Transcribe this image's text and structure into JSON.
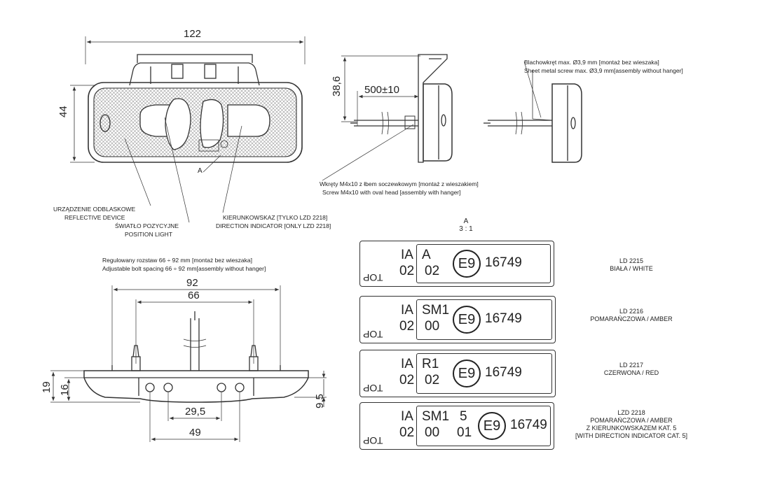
{
  "dimensions": {
    "front_width": "122",
    "front_height": "44",
    "side_height": "38,6",
    "cable_length": "500±10",
    "bottom_92": "92",
    "bottom_66": "66",
    "bottom_19": "19",
    "bottom_16": "16",
    "bottom_29_5": "29,5",
    "bottom_49": "49",
    "bottom_9_5": "9,5",
    "detail_a": "A",
    "detail_a_title": "A",
    "detail_scale": "3 : 1"
  },
  "annotations": {
    "screw_sheet_pl": "Blachowkręt max. Ø3,9 mm [montaż bez wieszaka]",
    "screw_sheet_en": "Sheet metal screw max. Ø3,9 mm[assembly without hanger]",
    "screw_m4_pl": "Wkręty M4x10 z łbem soczewkowym [montaż z wieszakiem]",
    "screw_m4_en": "Screw M4x10 with oval head [assembly with hanger]",
    "reflective_pl": "URZĄDZENIE ODBLASKOWE",
    "reflective_en": "REFLECTIVE DEVICE",
    "position_pl": "ŚWIATŁO POZYCYJNE",
    "position_en": "POSITION LIGHT",
    "indicator_pl": "KIERUNKOWSKAZ [TYLKO LZD 2218]",
    "indicator_en": "DIRECTION INDICATOR [ONLY LZD 2218]",
    "bolt_pl": "Regulowany rozstaw 66 ÷ 92 mm [montaż bez wieszaka]",
    "bolt_en": "Adjustable bolt spacing 66 ÷ 92 mm[assembly without hanger]"
  },
  "plates": [
    {
      "code1": "IA",
      "code2": "02",
      "mid1": "A",
      "mid2": "02",
      "extra1": "",
      "extra2": "",
      "approval": "16749",
      "mark": "E9",
      "top": "TOP",
      "label_lines": [
        "LD 2215",
        "BIAŁA / WHITE"
      ]
    },
    {
      "code1": "IA",
      "code2": "02",
      "mid1": "SM1",
      "mid2": "00",
      "extra1": "",
      "extra2": "",
      "approval": "16749",
      "mark": "E9",
      "top": "TOP",
      "label_lines": [
        "LD 2216",
        "POMARAŃCZOWA / AMBER"
      ]
    },
    {
      "code1": "IA",
      "code2": "02",
      "mid1": "R1",
      "mid2": "02",
      "extra1": "",
      "extra2": "",
      "approval": "16749",
      "mark": "E9",
      "top": "TOP",
      "label_lines": [
        "LD 2217",
        "CZERWONA / RED"
      ]
    },
    {
      "code1": "IA",
      "code2": "02",
      "mid1": "SM1",
      "mid2": "00",
      "extra1": "5",
      "extra2": "01",
      "approval": "16749",
      "mark": "E9",
      "top": "TOP",
      "label_lines": [
        "LZD 2218",
        "POMARAŃCZOWA / AMBER",
        "Z KIERUNKOWSKAZEM KAT. 5",
        "[WITH DIRECTION INDICATOR CAT. 5]"
      ]
    }
  ],
  "colors": {
    "line": "#333333",
    "hatch": "#888888"
  }
}
